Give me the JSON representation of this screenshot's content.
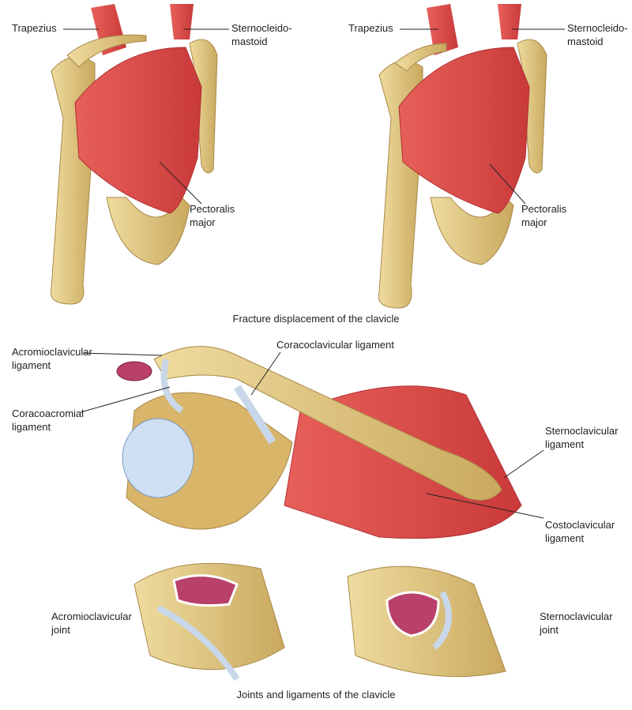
{
  "panel_top": {
    "caption": "Fracture displacement of the clavicle",
    "left": {
      "trapezius": "Trapezius",
      "sternocleidomastoid": "Sternocleido-\nmastoid",
      "pectoralis": "Pectoralis\nmajor"
    },
    "right": {
      "trapezius": "Trapezius",
      "sternocleidomastoid": "Sternocleido-\nmastoid",
      "pectoralis": "Pectoralis\nmajor"
    }
  },
  "panel_middle": {
    "acromioclavicular_ligament": "Acromioclavicular\nligament",
    "coracoclavicular_ligament": "Coracoclavicular ligament",
    "coracoacromial_ligament": "Coracoacromial\nligament",
    "sternoclavicular_ligament": "Sternoclavicular\nligament",
    "costoclavicular_ligament": "Costoclavicular\nligament"
  },
  "panel_bottom": {
    "acromioclavicular_joint": "Acromioclavicular\njoint",
    "sternoclavicular_joint": "Sternoclavicular\njoint",
    "caption": "Joints and ligaments of the clavicle"
  }
}
